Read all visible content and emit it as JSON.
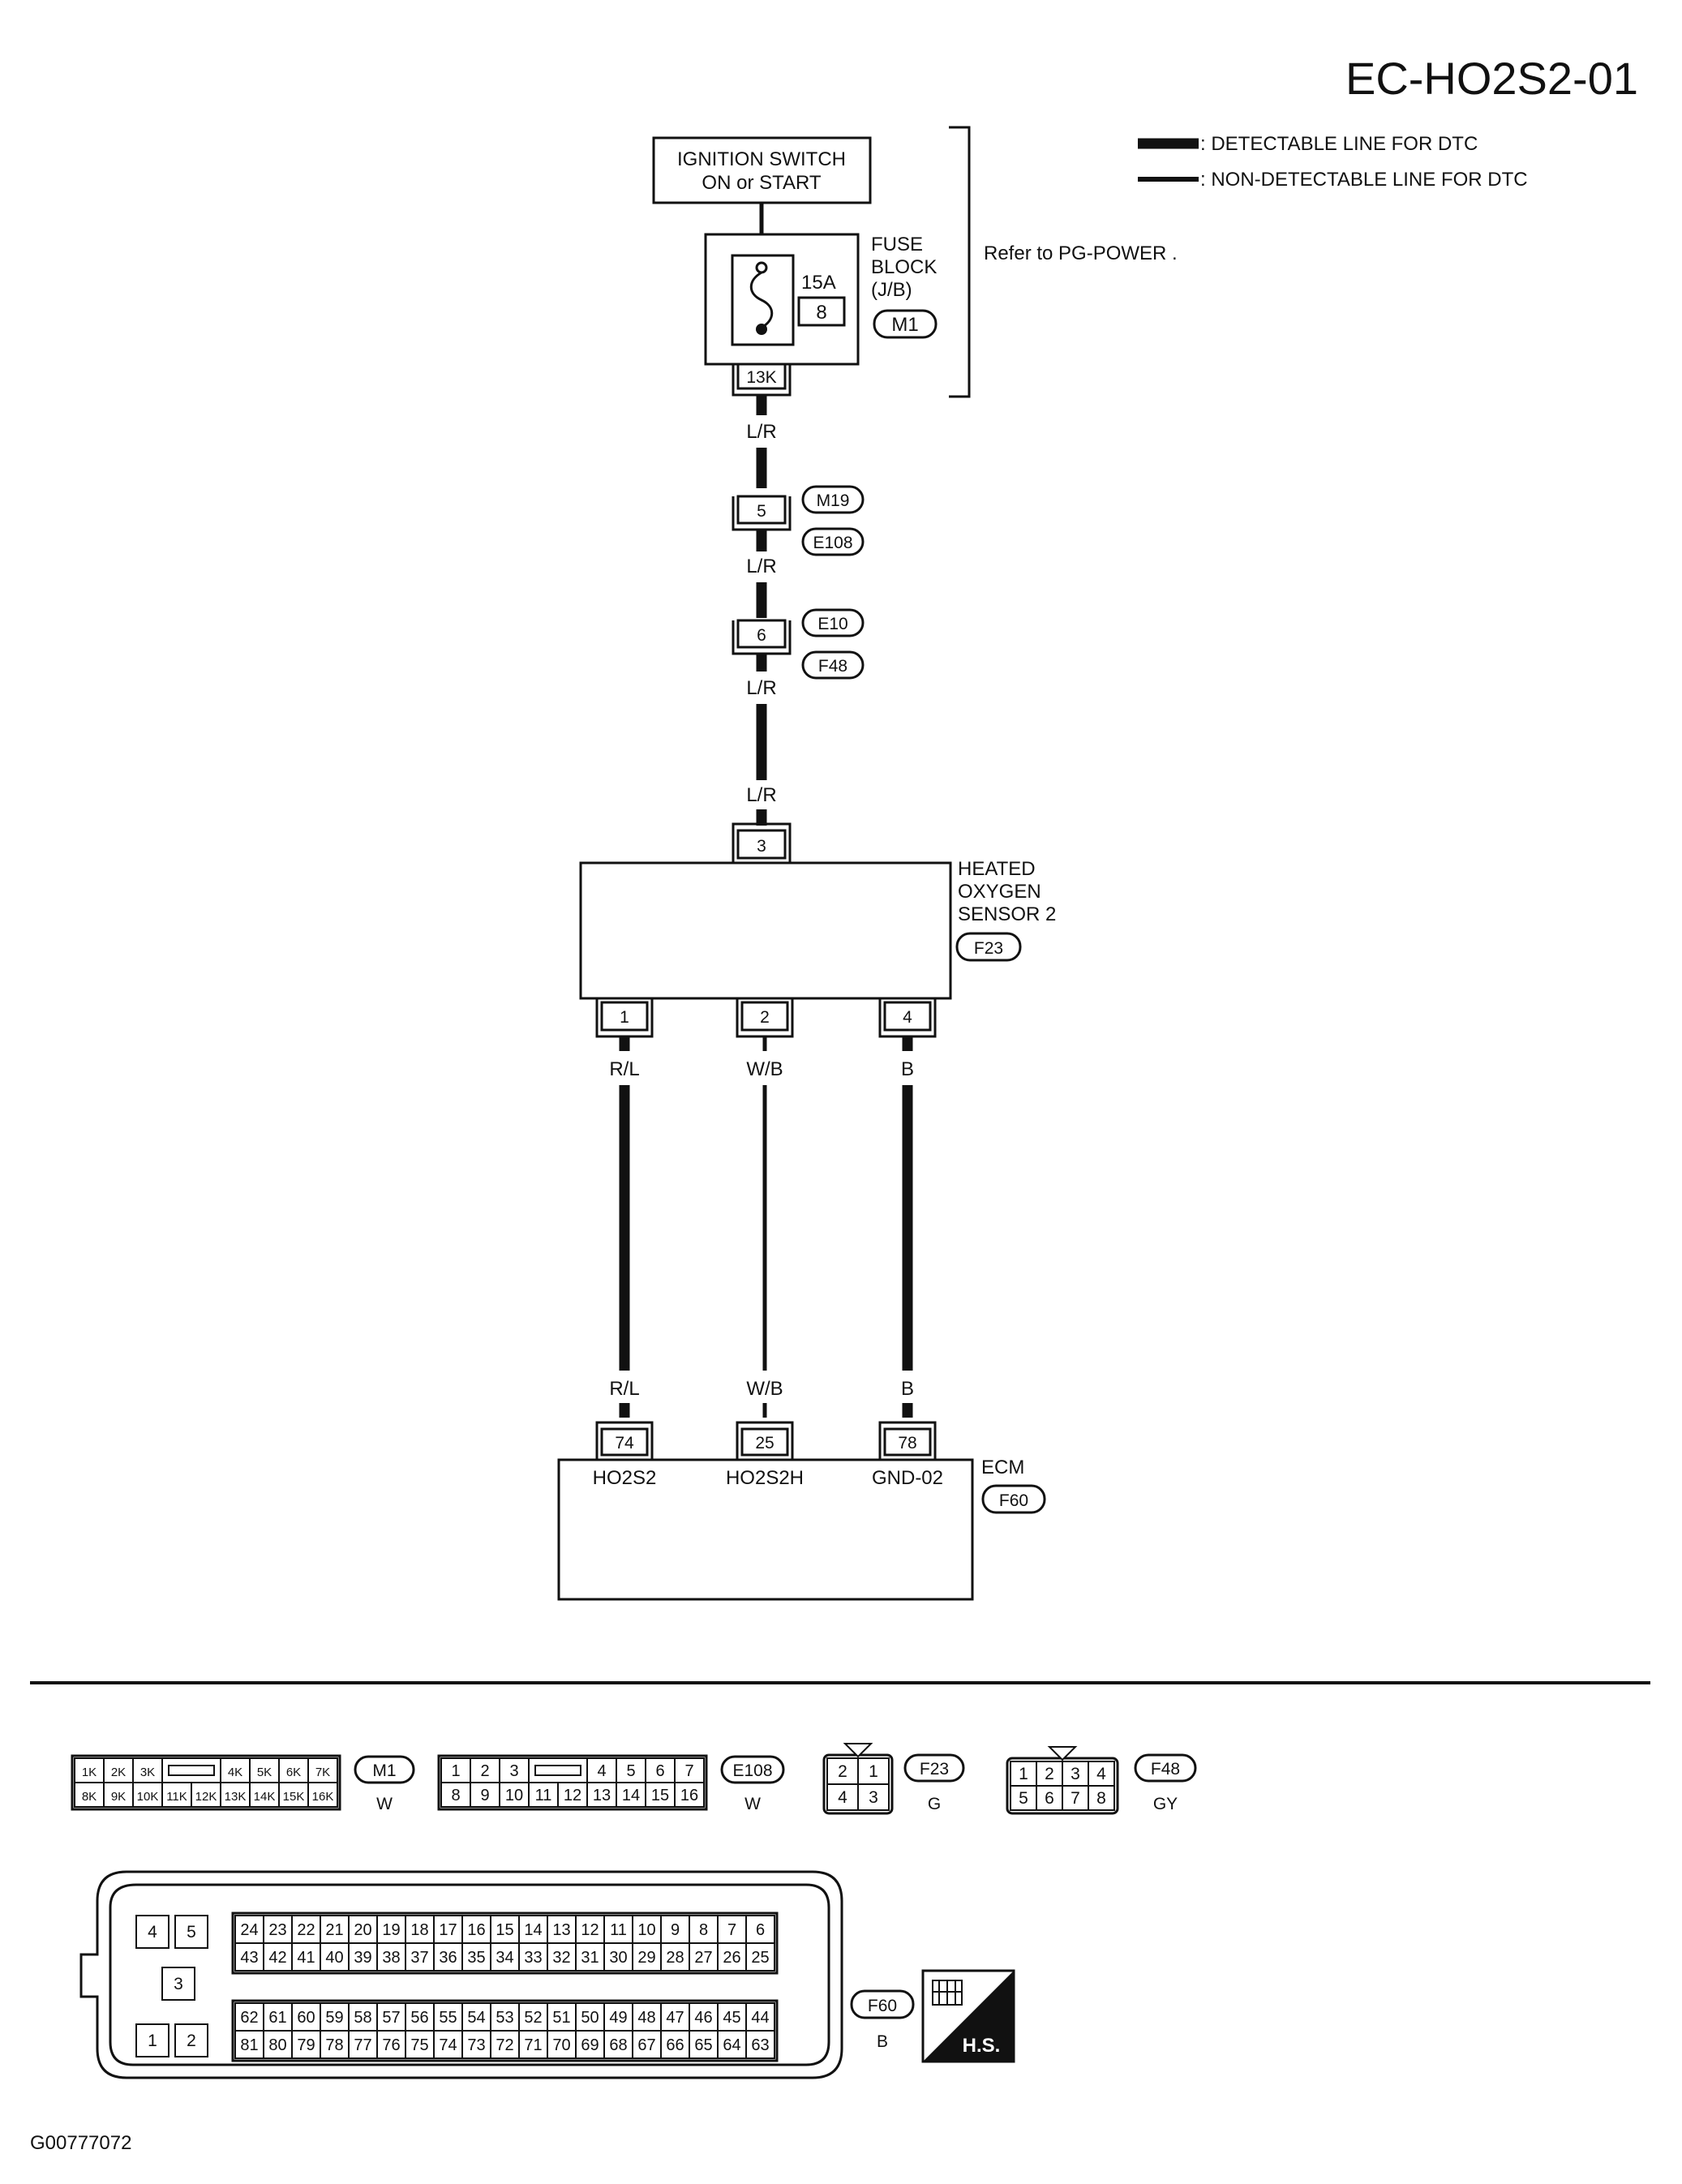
{
  "page": {
    "title": "EC-HO2S2-01",
    "figure_id": "G00777072"
  },
  "legend": {
    "detectable": ": DETECTABLE LINE FOR DTC",
    "non_detectable": ": NON-DETECTABLE LINE FOR DTC"
  },
  "ignition": {
    "line1": "IGNITION SWITCH",
    "line2": "ON or START"
  },
  "fuse_block": {
    "label": [
      "FUSE",
      "BLOCK",
      "(J/B)"
    ],
    "rating": "15A",
    "fuse_no": "8",
    "connector": "M1",
    "terminal": "13K"
  },
  "refer": "Refer to  PG-POWER .",
  "wire_color_lr": "L/R",
  "joint_1": {
    "pin": "5",
    "top": "M19",
    "bottom": "E108"
  },
  "joint_2": {
    "pin": "6",
    "top": "E10",
    "bottom": "F48"
  },
  "sensor": {
    "label": [
      "HEATED",
      "OXYGEN",
      "SENSOR 2"
    ],
    "connector": "F23",
    "top_pin": "3",
    "pins": [
      "1",
      "2",
      "4"
    ]
  },
  "wires": [
    "R/L",
    "W/B",
    "B"
  ],
  "ecm": {
    "label": "ECM",
    "connector": "F60",
    "pins": [
      "74",
      "25",
      "78"
    ],
    "signals": [
      "HO2S2",
      "HO2S2H",
      "GND-02"
    ]
  },
  "conn_m1": {
    "id": "M1",
    "color": "W",
    "row1": [
      "1K",
      "2K",
      "3K",
      "",
      "4K",
      "5K",
      "6K",
      "7K"
    ],
    "row2": [
      "8K",
      "9K",
      "10K",
      "11K",
      "12K",
      "13K",
      "14K",
      "15K",
      "16K"
    ]
  },
  "conn_e108": {
    "id": "E108",
    "color": "W",
    "row1": [
      "1",
      "2",
      "3",
      "",
      "4",
      "5",
      "6",
      "7"
    ],
    "row2": [
      "8",
      "9",
      "10",
      "11",
      "12",
      "13",
      "14",
      "15",
      "16"
    ]
  },
  "conn_f23": {
    "id": "F23",
    "color": "G",
    "row1": [
      "2",
      "1"
    ],
    "row2": [
      "4",
      "3"
    ]
  },
  "conn_f48": {
    "id": "F48",
    "color": "GY",
    "row1": [
      "1",
      "2",
      "3",
      "4"
    ],
    "row2": [
      "5",
      "6",
      "7",
      "8"
    ]
  },
  "conn_f60": {
    "id": "F60",
    "color": "B",
    "left": [
      "4",
      "5",
      "3",
      "1",
      "2"
    ],
    "row1": [
      "24",
      "23",
      "22",
      "21",
      "20",
      "19",
      "18",
      "17",
      "16",
      "15",
      "14",
      "13",
      "12",
      "11",
      "10",
      "9",
      "8",
      "7",
      "6"
    ],
    "row2": [
      "43",
      "42",
      "41",
      "40",
      "39",
      "38",
      "37",
      "36",
      "35",
      "34",
      "33",
      "32",
      "31",
      "30",
      "29",
      "28",
      "27",
      "26",
      "25"
    ],
    "row3": [
      "62",
      "61",
      "60",
      "59",
      "58",
      "57",
      "56",
      "55",
      "54",
      "53",
      "52",
      "51",
      "50",
      "49",
      "48",
      "47",
      "46",
      "45",
      "44"
    ],
    "row4": [
      "81",
      "80",
      "79",
      "78",
      "77",
      "76",
      "75",
      "74",
      "73",
      "72",
      "71",
      "70",
      "69",
      "68",
      "67",
      "66",
      "65",
      "64",
      "63"
    ]
  },
  "hs_badge": "H.S."
}
